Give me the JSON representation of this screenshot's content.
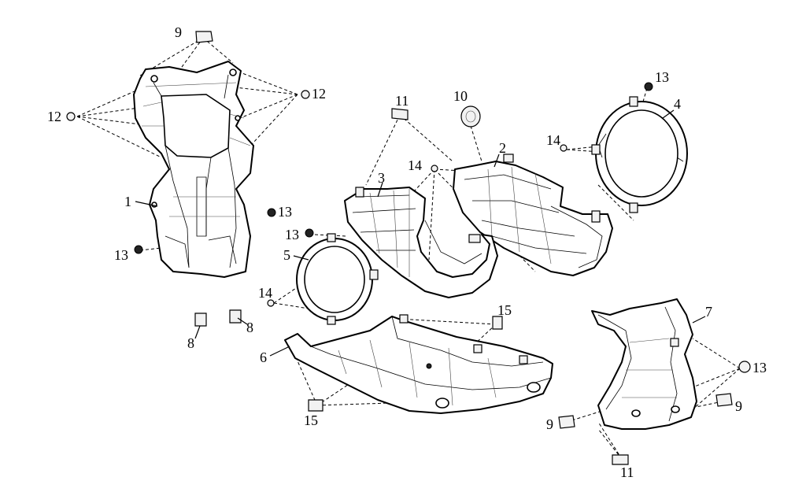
{
  "callouts": {
    "c1": "1",
    "c2": "2",
    "c3": "3",
    "c4": "4",
    "c5": "5",
    "c6": "6",
    "c7": "7",
    "c8a": "8",
    "c8b": "8",
    "c9a": "9",
    "c9b": "9",
    "c9c": "9",
    "c10": "10",
    "c11a": "11",
    "c11b": "11",
    "c12a": "12",
    "c12b": "12",
    "c13a": "13",
    "c13b": "13",
    "c13c": "13",
    "c13d": "13",
    "c13e": "13",
    "c14a": "14",
    "c14b": "14",
    "c14c": "14",
    "c15a": "15",
    "c15b": "15"
  }
}
